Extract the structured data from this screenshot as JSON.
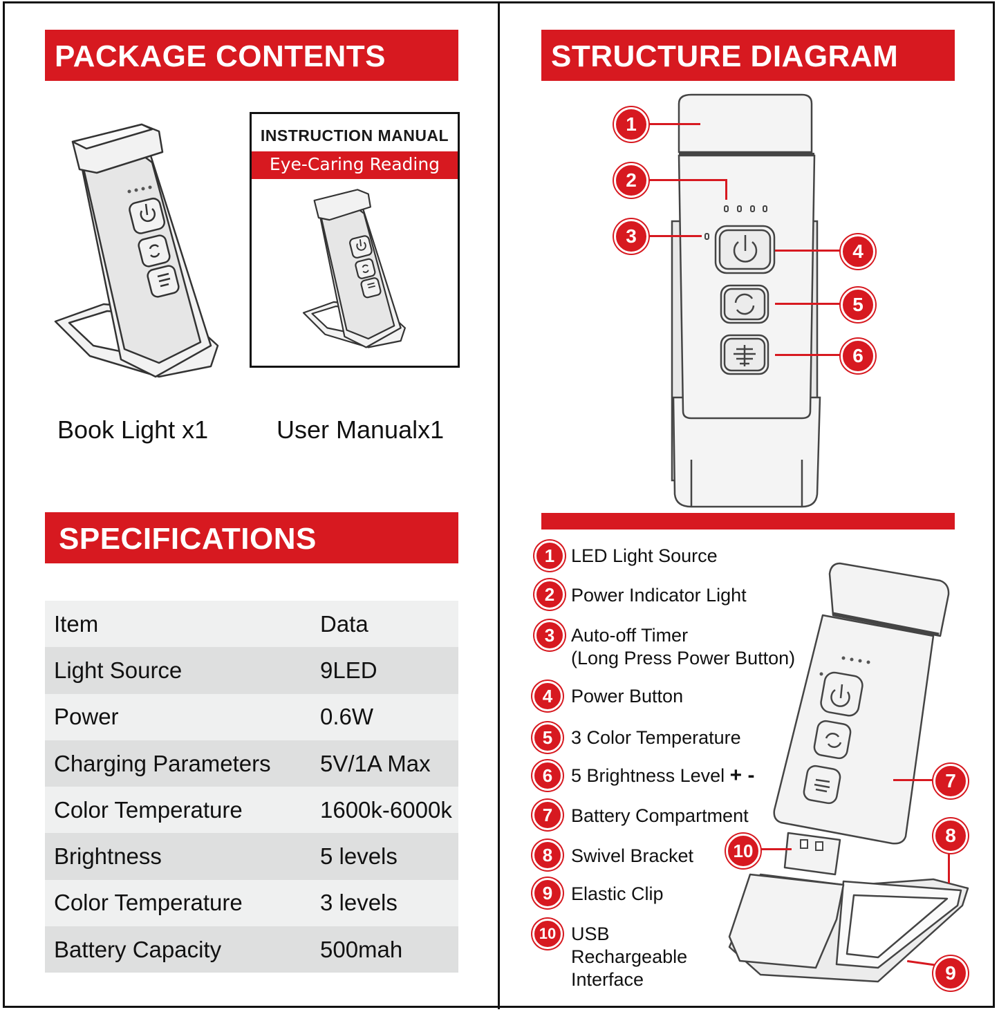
{
  "package": {
    "heading": "PACKAGE CONTENTS",
    "book_light_caption": "Book Light x1",
    "manual_caption": "User Manualx1",
    "manual_title": "INSTRUCTION MANUAL",
    "manual_subtitle": "Eye-Caring Reading Light"
  },
  "specifications": {
    "heading": "SPECIFICATIONS",
    "rows": [
      {
        "label": "Item",
        "value": "Data"
      },
      {
        "label": "Light Source",
        "value": "9LED"
      },
      {
        "label": "Power",
        "value": "0.6W"
      },
      {
        "label": "Charging Parameters",
        "value": "5V/1A Max"
      },
      {
        "label": "Color Temperature",
        "value": "1600k-6000k"
      },
      {
        "label": "Brightness",
        "value": "5 levels"
      },
      {
        "label": "Color Temperature",
        "value": "3 levels"
      },
      {
        "label": "Battery Capacity",
        "value": "500mah"
      }
    ]
  },
  "structure": {
    "heading": "STRUCTURE DIAGRAM",
    "numbers": [
      "1",
      "2",
      "3",
      "4",
      "5",
      "6",
      "7",
      "8",
      "9",
      "10"
    ],
    "legend": [
      {
        "num": "1",
        "text": "LED Light Source"
      },
      {
        "num": "2",
        "text": "Power Indicator Light"
      },
      {
        "num": "3",
        "text": "Auto-off Timer",
        "text2": "(Long Press Power Button)"
      },
      {
        "num": "4",
        "text": "Power Button"
      },
      {
        "num": "5",
        "text": "3 Color Temperature"
      },
      {
        "num": "6",
        "text": "5 Brightness Level",
        "symbols": "+ -"
      },
      {
        "num": "7",
        "text": "Battery Compartment"
      },
      {
        "num": "8",
        "text": "Swivel Bracket"
      },
      {
        "num": "9",
        "text": "Elastic Clip"
      },
      {
        "num": "10",
        "text": "USB",
        "text2": "Rechargeable",
        "text3": "Interface"
      }
    ]
  },
  "colors": {
    "accent": "#d71920",
    "row_light": "#eff0f0",
    "row_dark": "#dedfdf"
  },
  "icons": [
    "power-icon",
    "color-cycle-icon",
    "brightness-icon"
  ]
}
